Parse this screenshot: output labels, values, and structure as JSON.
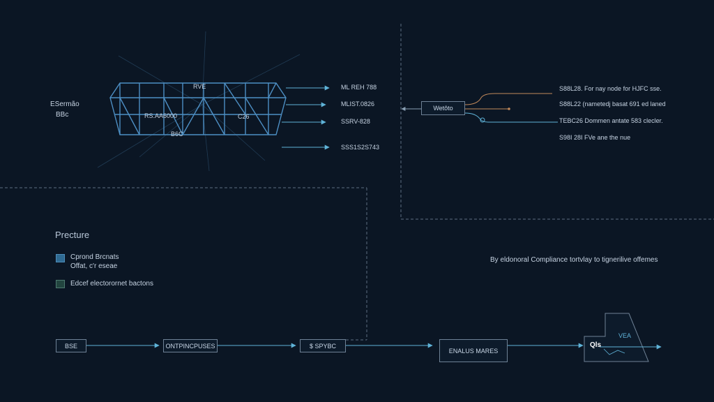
{
  "colors": {
    "background": "#0b1624",
    "truss": "#4d8fc4",
    "arrow": "#5fb3d8",
    "dashed": "#5d6f82",
    "link_orange": "#c2895a"
  },
  "left_diagram": {
    "side_label_top": "ESermão",
    "side_label_bottom": "BBc",
    "truss_label_top": "RVE",
    "truss_label_mid": "RS.AA6000",
    "truss_label_right": "C26",
    "truss_label_bottom": "B6C",
    "outputs": [
      "ML REH 788",
      "MLIST.0826",
      "SSRV-828",
      "SSS1S2S743"
    ]
  },
  "right_diagram": {
    "source_box": "Wetôto",
    "notes": [
      "S88L28. For nay node for HJFC sse.",
      "S88L22 (nametedj basat 691 ed laned",
      "TEBC26 Dommen antate 583 clecler.",
      "S98I 28I FVe ane the nue"
    ]
  },
  "legend": {
    "title": "Precture",
    "item_blue_line1": "Cprond Brcnats",
    "item_blue_line2": "Offat, c'r eseae",
    "item_teal": "Edcef electorornet bactons"
  },
  "caption": "By eldonoral Compliance tortvlay to tignerilive offemes",
  "flow": {
    "step1": "BSE",
    "step2": "ONTPINCPUSES",
    "step3": "$ SPYBC",
    "step4": "ENALUS MARES",
    "end_label_left": "Qls",
    "end_label_right": "VEA"
  }
}
